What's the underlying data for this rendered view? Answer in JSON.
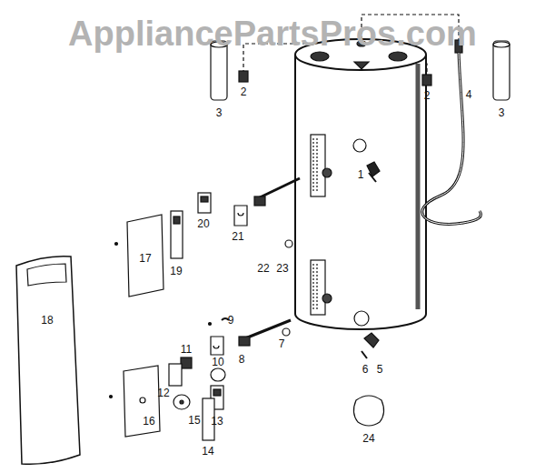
{
  "diagram": {
    "labels": [
      "AppliancePartsPros.com",
      "2",
      "2",
      "3",
      "3",
      "4",
      "1",
      "22",
      "23",
      "17",
      "20",
      "21",
      "19",
      "18",
      "9",
      "7",
      "8",
      "10",
      "11",
      "12",
      "16",
      "15",
      "13",
      "14",
      "6",
      "5",
      "24"
    ]
  }
}
